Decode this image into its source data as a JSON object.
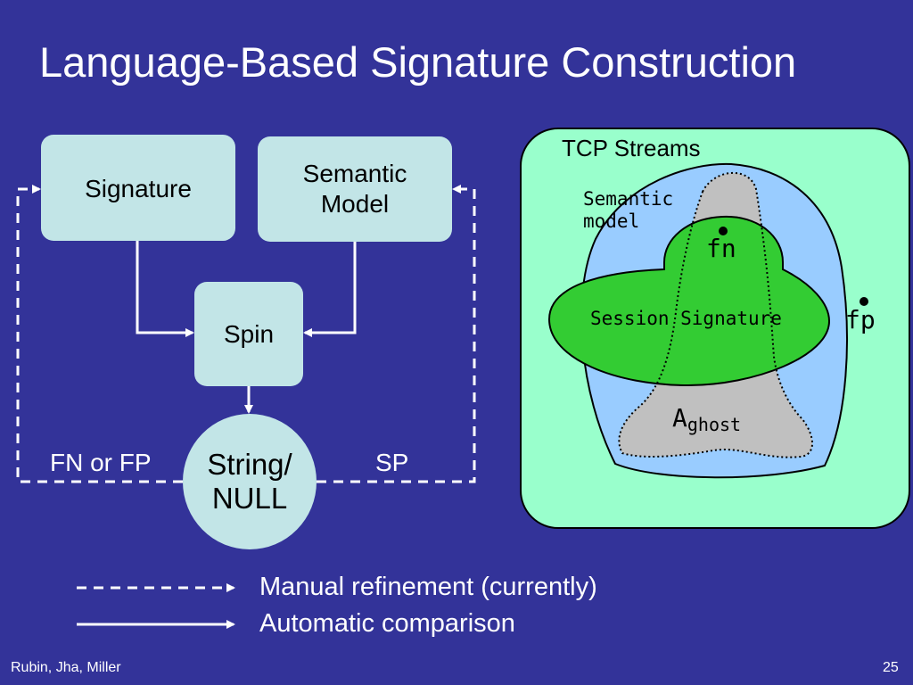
{
  "title": "Language-Based Signature Construction",
  "flow": {
    "signature": "Signature",
    "semantic_model_line1": "Semantic",
    "semantic_model_line2": "Model",
    "spin": "Spin",
    "string_line1": "String/",
    "string_line2": "NULL",
    "fn_or_fp": "FN or FP",
    "sp": "SP"
  },
  "venn": {
    "tcp_streams": "TCP Streams",
    "semantic_model_line1": "Semantic",
    "semantic_model_line2": "model",
    "fn": "fn",
    "fp": "fp",
    "session_signature": "Session Signature",
    "a_ghost_main": "A",
    "a_ghost_sub": "ghost"
  },
  "legend": {
    "manual": "Manual refinement (currently)",
    "automatic": "Automatic comparison"
  },
  "footer": {
    "authors": "Rubin, Jha, Miller",
    "page_number": "25"
  },
  "colors": {
    "background": "#333399",
    "box_fill": "#c2e5e7",
    "tcp_region": "#99ffcc",
    "semantic_region": "#99ccff",
    "session_signature": "#33cc33",
    "a_ghost": "#c0c0c0"
  }
}
